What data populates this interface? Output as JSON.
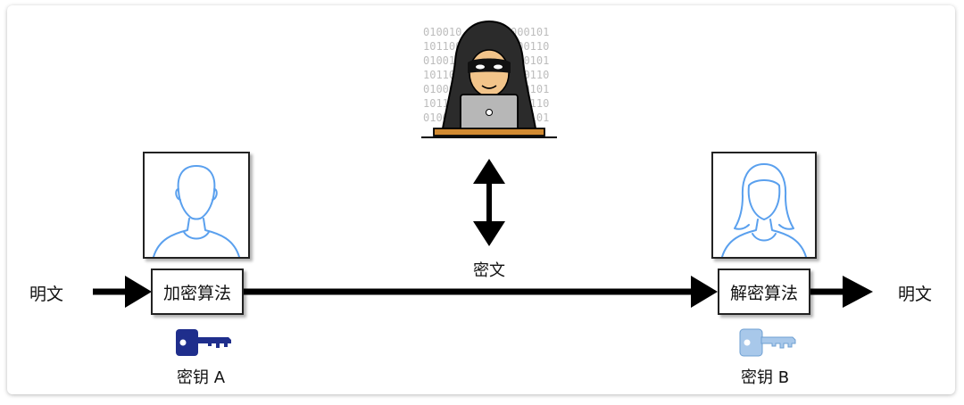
{
  "left": {
    "plaintext": "明文",
    "encrypt_label": "加密算法",
    "key_label": "密钥 A"
  },
  "middle": {
    "ciphertext": "密文",
    "binary_rows": [
      "010010",
      "101100",
      "010011",
      "101101",
      "010001",
      "101101",
      "010011"
    ],
    "binary_rows_right": [
      "000101",
      "000110",
      "000101",
      "000110",
      "000101",
      "000110",
      "000101"
    ]
  },
  "right": {
    "decrypt_label": "解密算法",
    "plaintext": "明文",
    "key_label": "密钥 B"
  },
  "colors": {
    "key_a": "#1f2e8c",
    "key_b": "#a8c8ea",
    "person": "#5aa0ee",
    "arrow": "#000000"
  }
}
